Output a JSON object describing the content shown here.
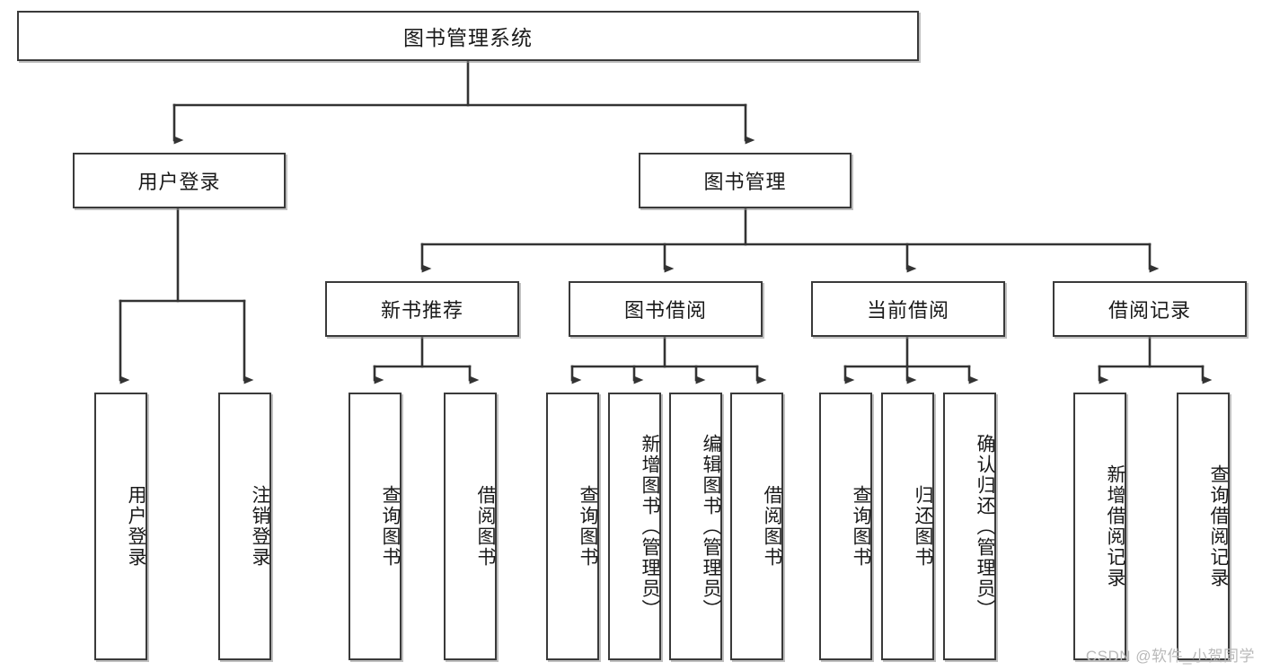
{
  "diagram": {
    "type": "tree-hierarchy",
    "root": {
      "label": "图书管理系统"
    },
    "level2": [
      {
        "label": "用户登录"
      },
      {
        "label": "图书管理"
      }
    ],
    "level3": [
      {
        "label": "新书推荐"
      },
      {
        "label": "图书借阅"
      },
      {
        "label": "当前借阅"
      },
      {
        "label": "借阅记录"
      }
    ],
    "leaves": {
      "user_login": [
        {
          "label": "用户登录"
        },
        {
          "label": "注销登录"
        }
      ],
      "new_book_recommend": [
        {
          "label": "查询图书"
        },
        {
          "label": "借阅图书"
        }
      ],
      "book_borrow": [
        {
          "label": "查询图书"
        },
        {
          "label": "新增图书（管理员）"
        },
        {
          "label": "编辑图书（管理员）"
        },
        {
          "label": "借阅图书"
        }
      ],
      "current_borrow": [
        {
          "label": "查询图书"
        },
        {
          "label": "归还图书"
        },
        {
          "label": "确认归还（管理员）"
        }
      ],
      "borrow_record": [
        {
          "label": "新增借阅记录"
        },
        {
          "label": "查询借阅记录"
        }
      ]
    }
  },
  "watermark": {
    "text": "CSDN @软件_小贺同学"
  },
  "colors": {
    "box_border": "#3a3a3a",
    "box_fill": "#ffffff",
    "connector": "#333333",
    "text": "#1a1a1a",
    "watermark": "#b9b9b9"
  }
}
